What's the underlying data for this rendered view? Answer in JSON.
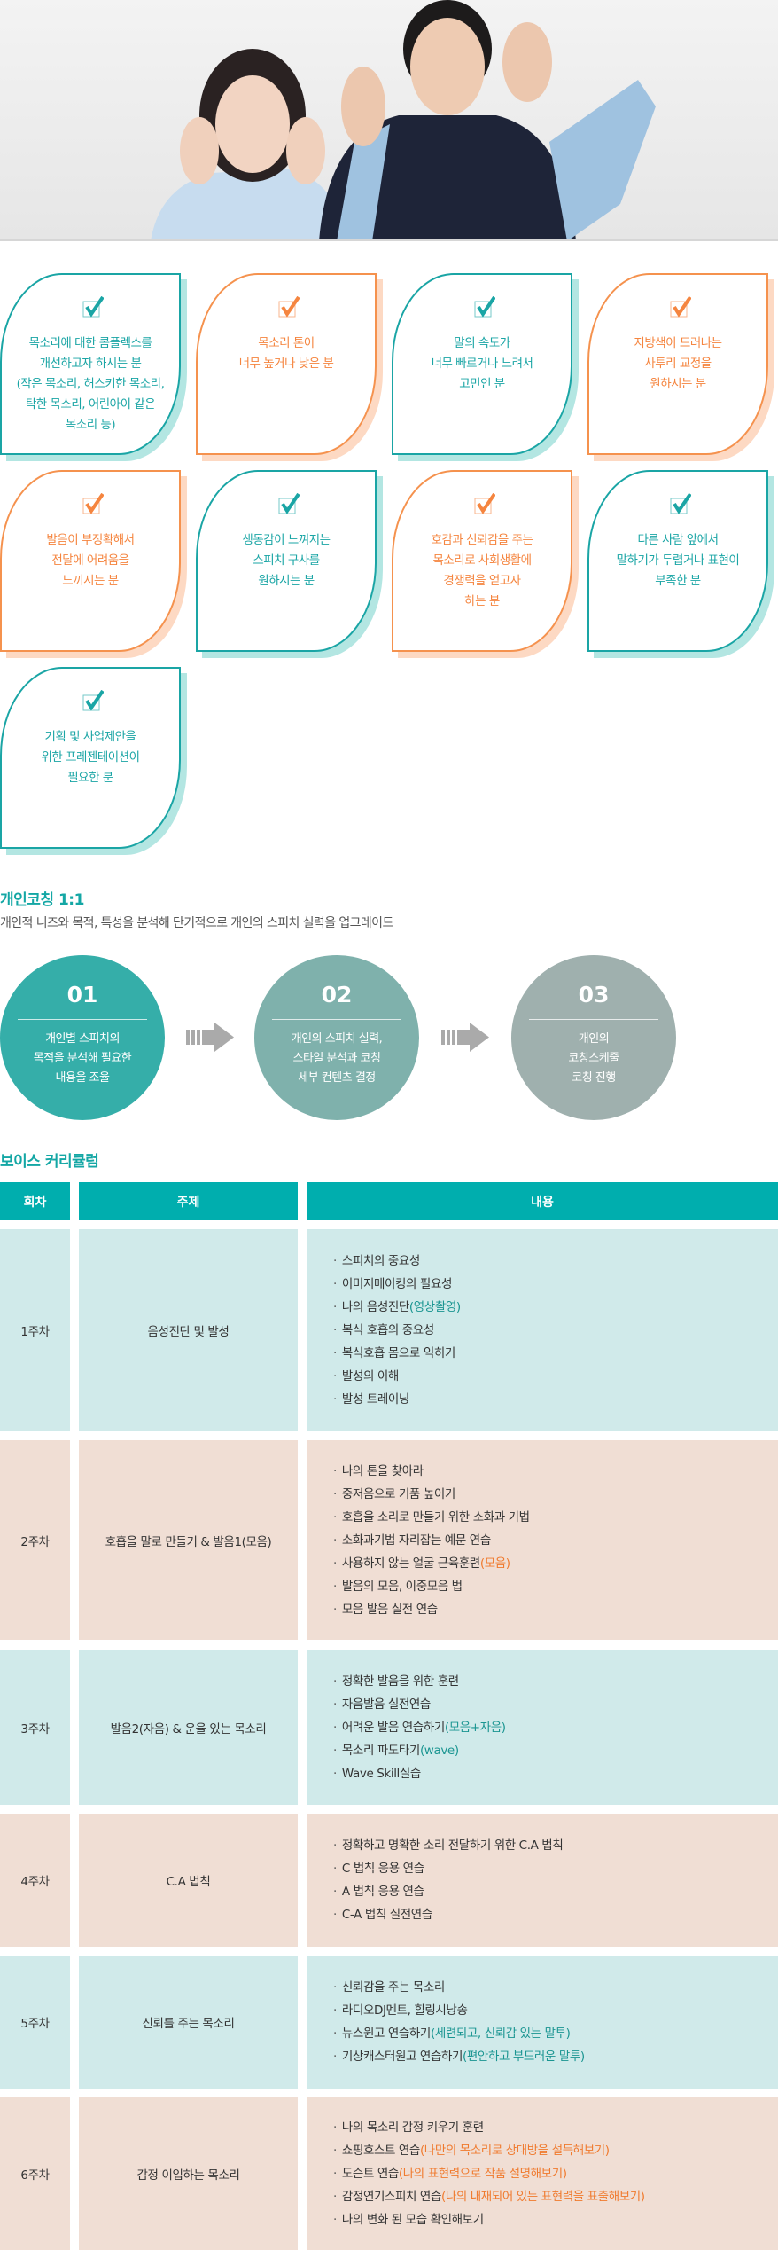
{
  "colors": {
    "teal": "#1aa5a5",
    "orange": "#f5853f",
    "header": "#00aeae",
    "row_blue": "#d0eaea",
    "row_beige": "#f0ded4"
  },
  "target_cards": [
    {
      "text": "목소리에 대한 콤플렉스를\n개선하고자 하시는 분\n(작은 목소리, 허스키한 목소리,\n탁한 목소리, 어린아이 같은\n목소리 등)",
      "color": "teal",
      "icon": "checkbox-check-icon"
    },
    {
      "text": "목소리 톤이\n너무 높거나 낮은 분",
      "color": "orange",
      "icon": "checkbox-check-icon"
    },
    {
      "text": "말의 속도가\n너무 빠르거나 느려서\n고민인 분",
      "color": "teal",
      "icon": "checkbox-check-icon"
    },
    {
      "text": "지방색이 드러나는\n사투리 교정을\n원하시는 분",
      "color": "orange",
      "icon": "checkbox-check-icon"
    },
    {
      "text": "발음이 부정확해서\n전달에 어려움을\n느끼시는 분",
      "color": "orange",
      "icon": "checkbox-check-icon"
    },
    {
      "text": "생동감이 느껴지는\n스피치 구사를\n원하시는 분",
      "color": "teal",
      "icon": "checkbox-check-icon"
    },
    {
      "text": "호감과 신뢰감을 주는\n목소리로 사회생활에\n경쟁력을 얻고자\n하는 분",
      "color": "orange",
      "icon": "checkbox-check-icon"
    },
    {
      "text": "다른 사람 앞에서\n말하기가 두렵거나 표현이\n부족한 분",
      "color": "teal",
      "icon": "checkbox-check-icon"
    },
    {
      "text": "기획 및 사업제안을\n위한 프레젠테이션이\n필요한 분",
      "color": "teal",
      "icon": "checkbox-check-icon"
    }
  ],
  "coaching": {
    "title": "개인코칭 1:1",
    "subtitle": "개인적 니즈와 목적, 특성을 분석해 단기적으로 개인의 스피치 실력을 업그레이드",
    "steps": [
      {
        "num": "01",
        "text": "개인별 스피치의\n목적을 분석해 필요한\n내용을 조율",
        "color": "#35aea9"
      },
      {
        "num": "02",
        "text": "개인의 스피치 실력,\n스타일 분석과 코칭\n세부 컨텐츠 결정",
        "color": "#7fb1ac"
      },
      {
        "num": "03",
        "text": "개인의\n코칭스케줄\n코칭 진행",
        "color": "#9fb0ae"
      }
    ]
  },
  "curriculum": {
    "title": "보이스 커리큘럼",
    "headers": [
      "회차",
      "주제",
      "내용"
    ],
    "rows": [
      {
        "week": "1주차",
        "topic": "음성진단 및 발성",
        "items": [
          {
            "text": "스피치의 중요성"
          },
          {
            "text": "이미지메이킹의 필요성"
          },
          {
            "text": "나의 음성진단",
            "note": "(영상촬영)"
          },
          {
            "text": "복식 호흡의 중요성"
          },
          {
            "text": "복식호흡 몸으로 익히기"
          },
          {
            "text": "발성의 이해"
          },
          {
            "text": "발성 트레이닝"
          }
        ]
      },
      {
        "week": "2주차",
        "topic": "호흡을 말로 만들기 & 발음1(모음)",
        "items": [
          {
            "text": "나의 톤을 찾아라"
          },
          {
            "text": "중저음으로 기품 높이기"
          },
          {
            "text": "호흡을 소리로 만들기 위한 소화과 기법"
          },
          {
            "text": "소화과기법 자리잡는 예문 연습"
          },
          {
            "text": "사용하지 않는 얼굴 근육훈련",
            "note": "(모음)"
          },
          {
            "text": "발음의 모음, 이중모음 법"
          },
          {
            "text": "모음 발음 실전 연습"
          }
        ]
      },
      {
        "week": "3주차",
        "topic": "발음2(자음) & 운율 있는 목소리",
        "items": [
          {
            "text": "정확한 발음을 위한 훈련"
          },
          {
            "text": "자음발음 실전연습"
          },
          {
            "text": "어려운 발음 연습하기",
            "note": "(모음+자음)"
          },
          {
            "text": "목소리 파도타기",
            "note": "(wave)"
          },
          {
            "text": "Wave Skill실습"
          }
        ]
      },
      {
        "week": "4주차",
        "topic": "C.A 법칙",
        "items": [
          {
            "text": "정확하고 명확한 소리 전달하기 위한 C.A 법칙"
          },
          {
            "text": "C 법칙 응용 연습"
          },
          {
            "text": "A 법칙 응용 연습"
          },
          {
            "text": "C-A 법칙 실전연습"
          }
        ]
      },
      {
        "week": "5주차",
        "topic": "신뢰를 주는 목소리",
        "items": [
          {
            "text": "신뢰감을 주는 목소리"
          },
          {
            "text": "라디오DJ멘트, 힐링시낭송"
          },
          {
            "text": "뉴스원고 연습하기",
            "note": "(세련되고, 신뢰감 있는 말투)"
          },
          {
            "text": "기상캐스터원고 연습하기",
            "note": "(편안하고 부드러운 말투)"
          }
        ]
      },
      {
        "week": "6주차",
        "topic": "감정 이입하는 목소리",
        "items": [
          {
            "text": "나의 목소리 감정 키우기 훈련"
          },
          {
            "text": "쇼핑호스트 연습",
            "note": "(나만의 목소리로 상대방을 설득해보기)"
          },
          {
            "text": "도슨트 연습",
            "note": "(나의 표현력으로 작품 설명해보기)"
          },
          {
            "text": "감정연기스피치 연습",
            "note": "(나의 내재되어 있는 표현력을 표출해보기)"
          },
          {
            "text": "나의 변화 된 모습 확인해보기"
          }
        ]
      }
    ]
  }
}
